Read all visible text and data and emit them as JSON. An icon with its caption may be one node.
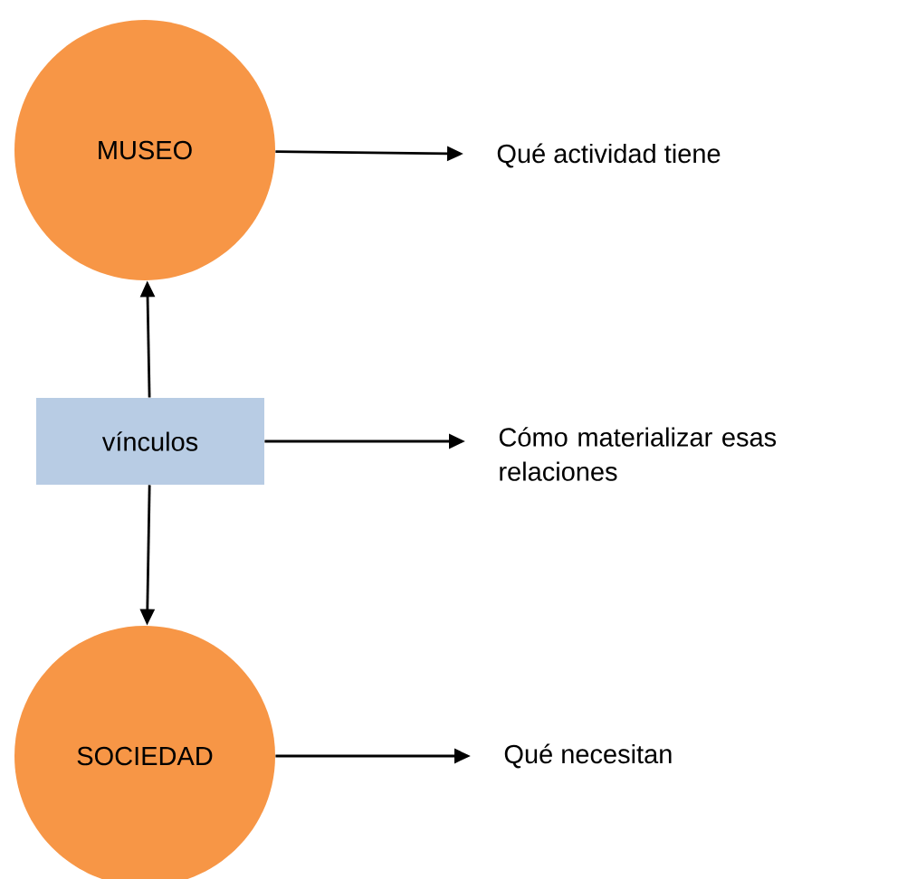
{
  "diagram": {
    "nodes": [
      {
        "text": [
          "MUSEO"
        ]
      },
      {
        "text": [
          "Qué actividad tiene"
        ]
      },
      {
        "text": [
          "vínculos"
        ]
      },
      {
        "text": [
          "Cómo materializar esas relaciones"
        ]
      },
      {
        "text": [
          "SOCIEDAD"
        ]
      },
      {
        "text": [
          "Qué necesitan"
        ]
      }
    ],
    "edges": [
      {
        "from": 0,
        "to": 1,
        "arrow": "to"
      },
      {
        "from": 2,
        "to": 0,
        "arrow": "to"
      },
      {
        "from": 2,
        "to": 3,
        "arrow": "to"
      },
      {
        "from": 2,
        "to": 4,
        "arrow": "to"
      },
      {
        "from": 4,
        "to": 5,
        "arrow": "to"
      }
    ]
  }
}
